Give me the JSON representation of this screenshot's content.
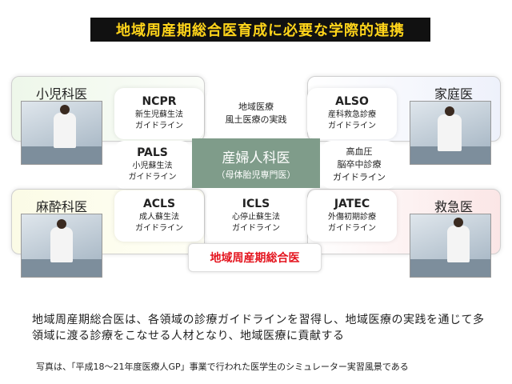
{
  "title": "地域周産期総合医育成に必要な学際的連携",
  "corners": {
    "pediatrics": "小児科医",
    "family": "家庭医",
    "anesthesia": "麻酔科医",
    "emergency": "救急医"
  },
  "boxes": {
    "ncpr": {
      "head": "NCPR",
      "line1": "新生児蘇生法",
      "line2": "ガイドライン"
    },
    "community": {
      "line1": "地域医療",
      "line2": "風土医療の実践"
    },
    "also": {
      "head": "ALSO",
      "line1": "産科救急診療",
      "line2": "ガイドライン"
    },
    "pals": {
      "head": "PALS",
      "line1": "小児蘇生法",
      "line2": "ガイドライン"
    },
    "hypertension": {
      "line1": "高血圧",
      "line2": "脳卒中診療",
      "line3": "ガイドライン"
    },
    "acls": {
      "head": "ACLS",
      "line1": "成人蘇生法",
      "line2": "ガイドライン"
    },
    "icls": {
      "head": "ICLS",
      "line1": "心停止蘇生法",
      "line2": "ガイドライン"
    },
    "jatec": {
      "head": "JATEC",
      "line1": "外傷初期診療",
      "line2": "ガイドライン"
    }
  },
  "center": {
    "title": "産婦人科医",
    "subtitle": "（母体胎児専門医）"
  },
  "red_tag": "地域周産期総合医",
  "description": "地域周産期総合医は、各領域の診療ガイドラインを習得し、地域医療の実践を通じて多領域に渡る診療をこなせる人材となり、地域医療に貢献する",
  "caption": "写真は、「平成18～21年度医療人GP」事業で行われた医学生のシミュレーター実習風景である"
}
